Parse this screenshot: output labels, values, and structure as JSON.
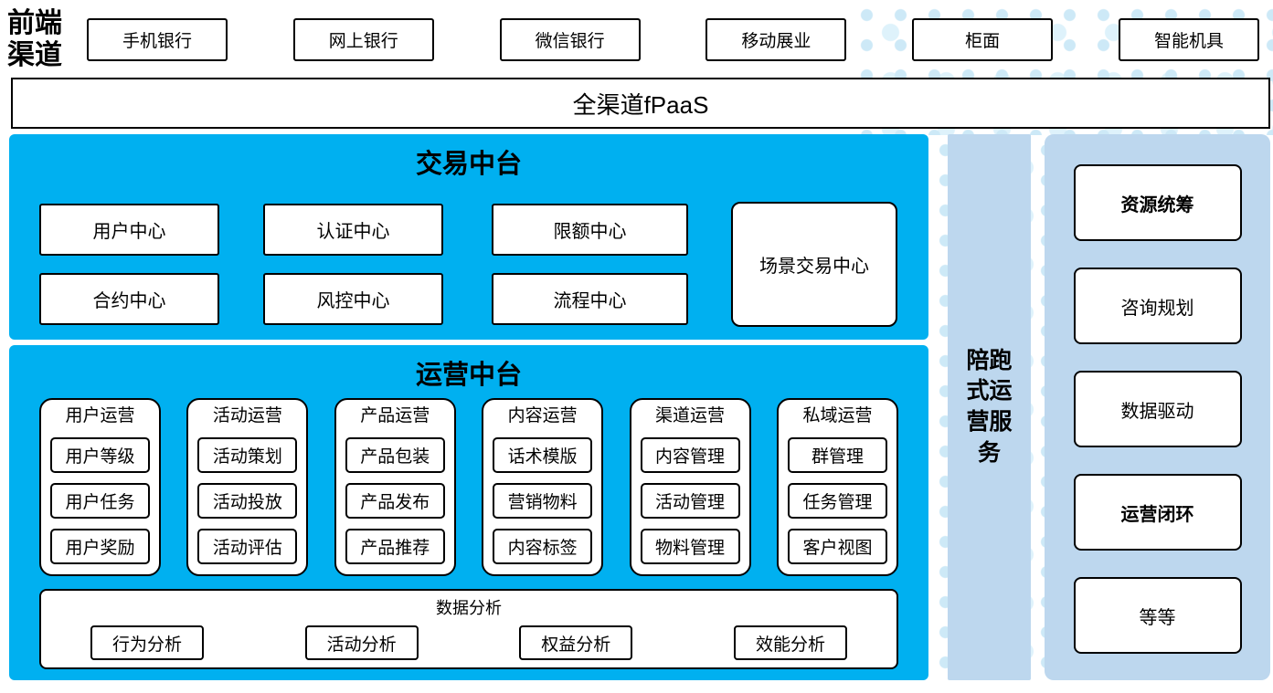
{
  "colors": {
    "bright_blue": "#00B0F0",
    "light_blue": "#BDD7EE",
    "dot": "#CDE9F7",
    "dot2": "#DEF2FB"
  },
  "front_channel": {
    "label": "前端渠道",
    "channels": [
      "手机银行",
      "网上银行",
      "微信银行",
      "移动展业",
      "柜面",
      "智能机具"
    ]
  },
  "fpaas": {
    "label": "全渠道fPaaS"
  },
  "transaction_platform": {
    "title": "交易中台",
    "centers": [
      "用户中心",
      "认证中心",
      "限额中心",
      "合约中心",
      "风控中心",
      "流程中心"
    ],
    "scene_center": "场景交易中心"
  },
  "operation_platform": {
    "title": "运营中台",
    "columns": [
      {
        "title": "用户运营",
        "items": [
          "用户等级",
          "用户任务",
          "用户奖励"
        ]
      },
      {
        "title": "活动运营",
        "items": [
          "活动策划",
          "活动投放",
          "活动评估"
        ]
      },
      {
        "title": "产品运营",
        "items": [
          "产品包装",
          "产品发布",
          "产品推荐"
        ]
      },
      {
        "title": "内容运营",
        "items": [
          "话术模版",
          "营销物料",
          "内容标签"
        ]
      },
      {
        "title": "渠道运营",
        "items": [
          "内容管理",
          "活动管理",
          "物料管理"
        ]
      },
      {
        "title": "私域运营",
        "items": [
          "群管理",
          "任务管理",
          "客户视图"
        ]
      }
    ],
    "analysis": {
      "title": "数据分析",
      "items": [
        "行为分析",
        "活动分析",
        "权益分析",
        "效能分析"
      ]
    }
  },
  "side_bar": {
    "label": "陪跑式运营服务"
  },
  "service_panel": {
    "items": [
      {
        "label": "资源统筹",
        "bold": true
      },
      {
        "label": "咨询规划",
        "bold": false
      },
      {
        "label": "数据驱动",
        "bold": false
      },
      {
        "label": "运营闭环",
        "bold": true
      },
      {
        "label": "等等",
        "bold": false
      }
    ]
  }
}
